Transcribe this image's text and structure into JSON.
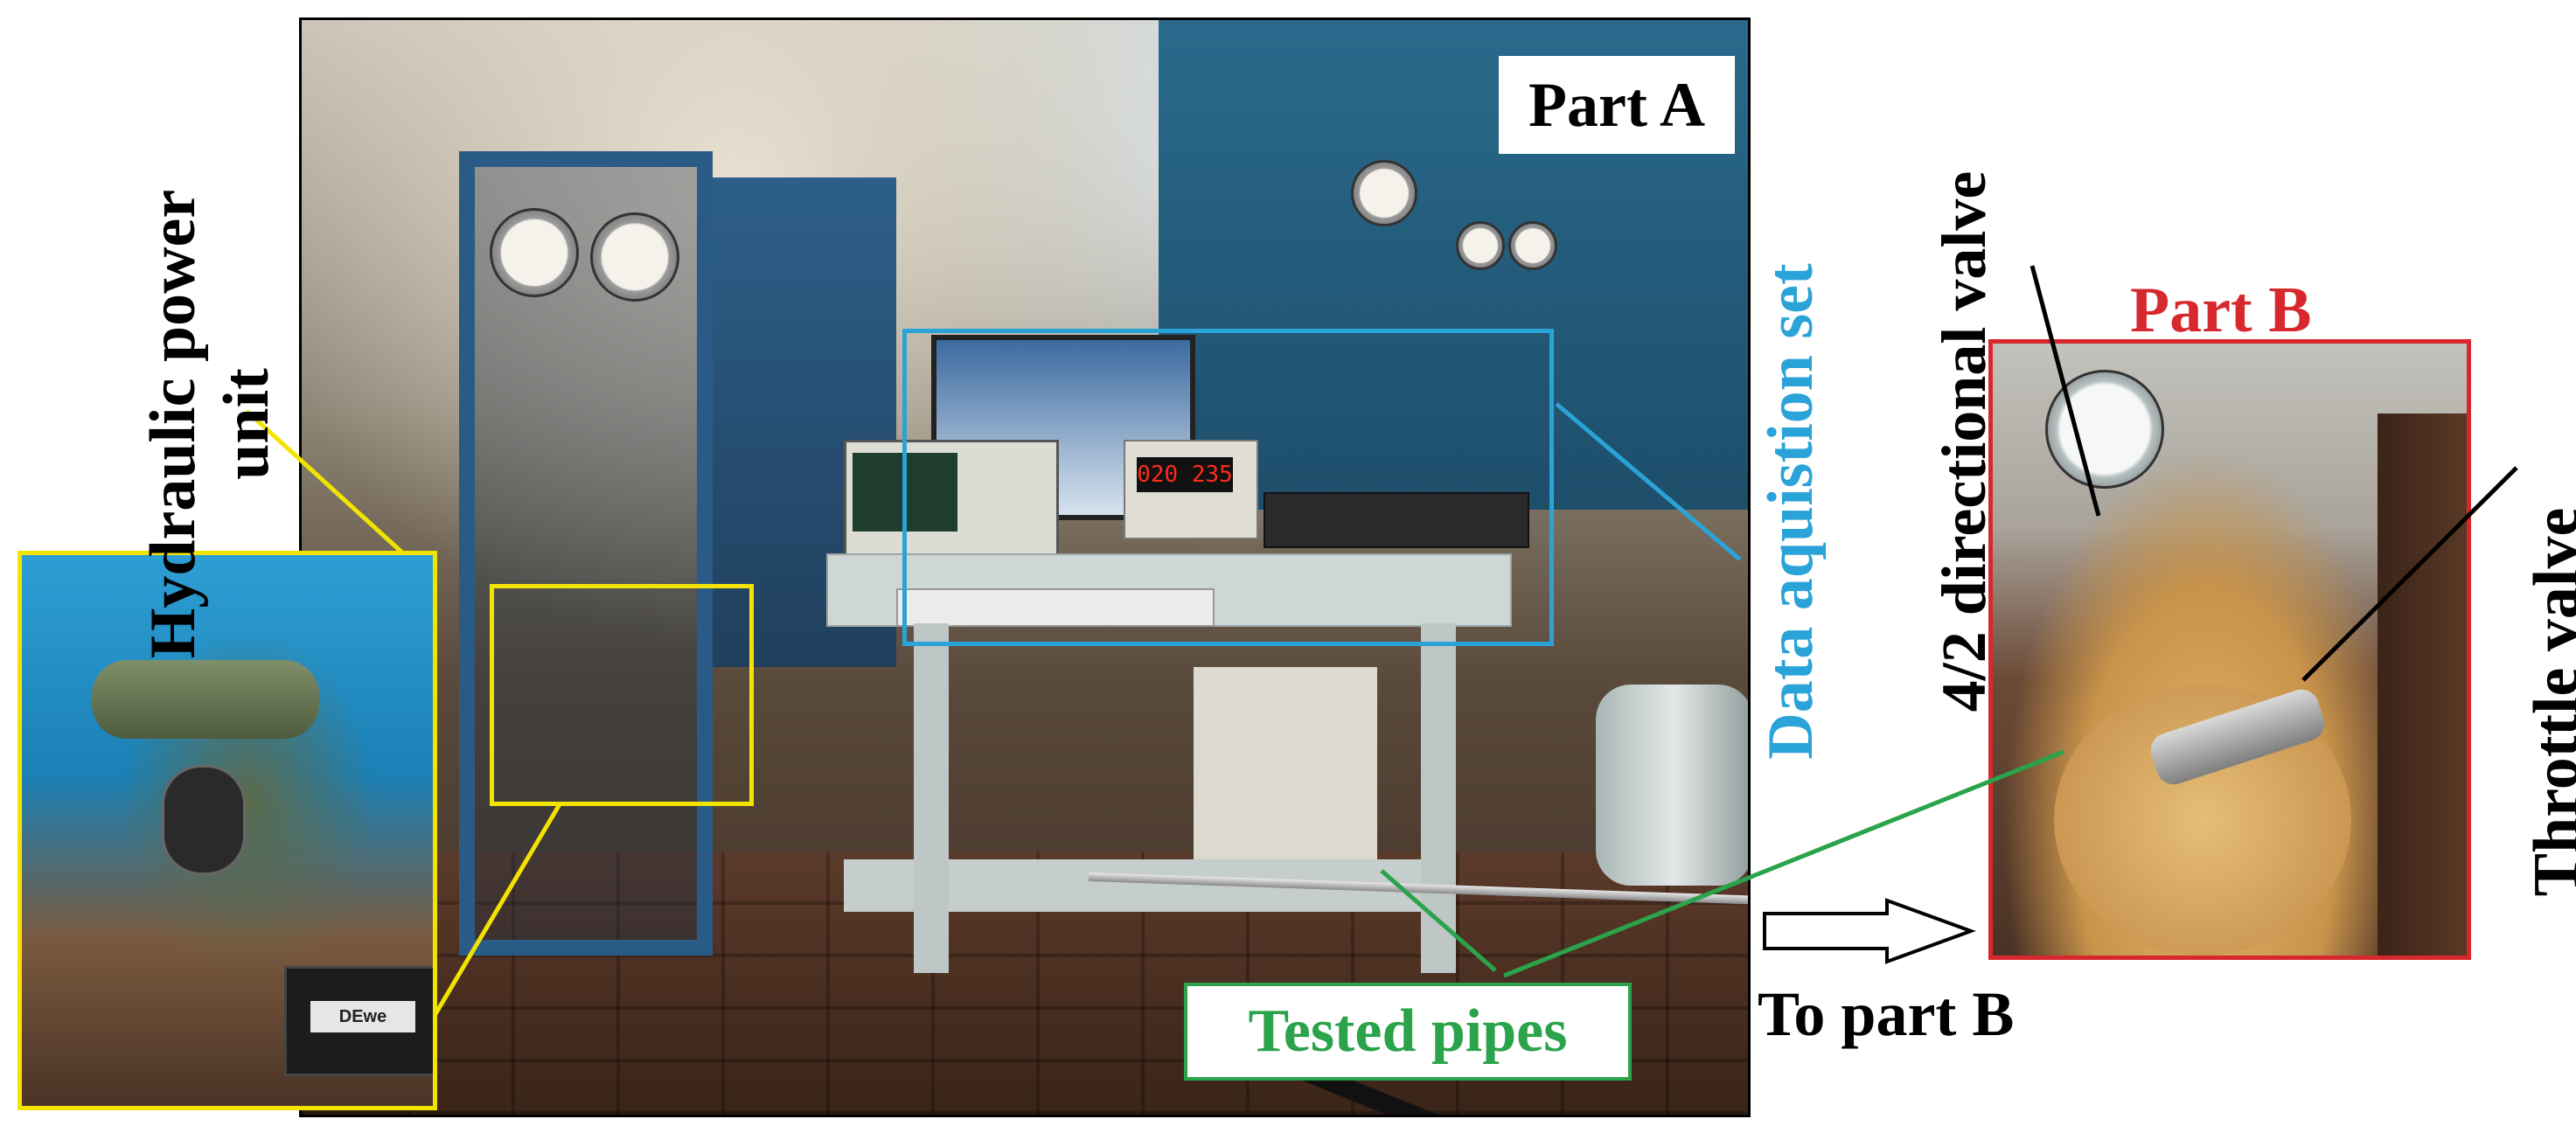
{
  "labels": {
    "hydraulic_power_unit": [
      "Hydraulic power",
      "unit"
    ],
    "part_a": "Part A",
    "part_b": "Part B",
    "data_acquisition_set": "Data aquistion set",
    "directional_valve": "4/2 directional valve",
    "throttle_valve": "Throttle valve",
    "tested_pipes": "Tested pipes",
    "to_part_b": "To part B",
    "psu_readout": "020 235",
    "daq_box_brand": "DEwe"
  },
  "colors": {
    "yellow_frame": "#f2e400",
    "blue_frame": "#2aa3d8",
    "red_frame": "#d6282d",
    "green_label": "#2aa34a",
    "black": "#000000"
  }
}
